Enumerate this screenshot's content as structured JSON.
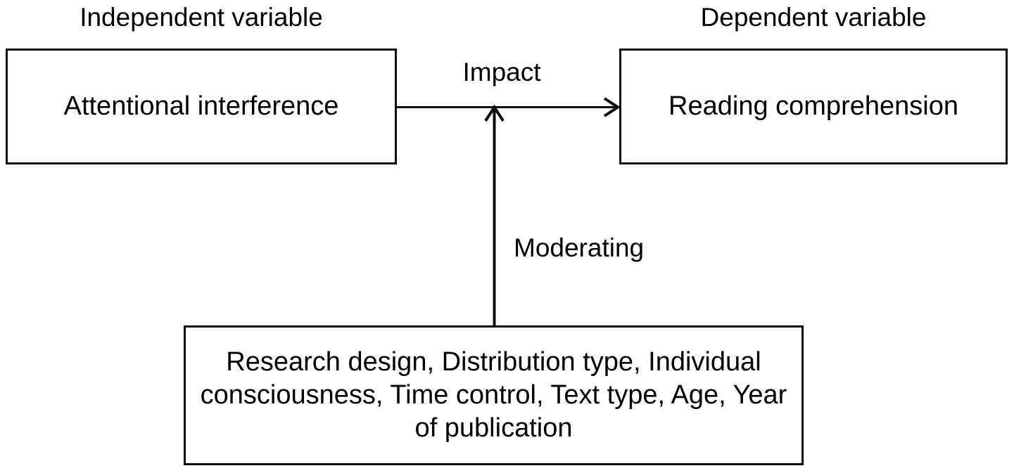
{
  "diagram": {
    "title_independent": "Independent variable",
    "title_dependent": "Dependent variable",
    "boxes": {
      "independent": "Attentional interference",
      "dependent": "Reading comprehension",
      "moderators": "Research design, Distribution type, Individual consciousness, Time control, Text type, Age, Year of publication"
    },
    "edges": {
      "impact": "Impact",
      "moderating": "Moderating"
    },
    "colors": {
      "background": "#ffffff",
      "stroke": "#0d0d0d",
      "text": "#000000"
    }
  }
}
